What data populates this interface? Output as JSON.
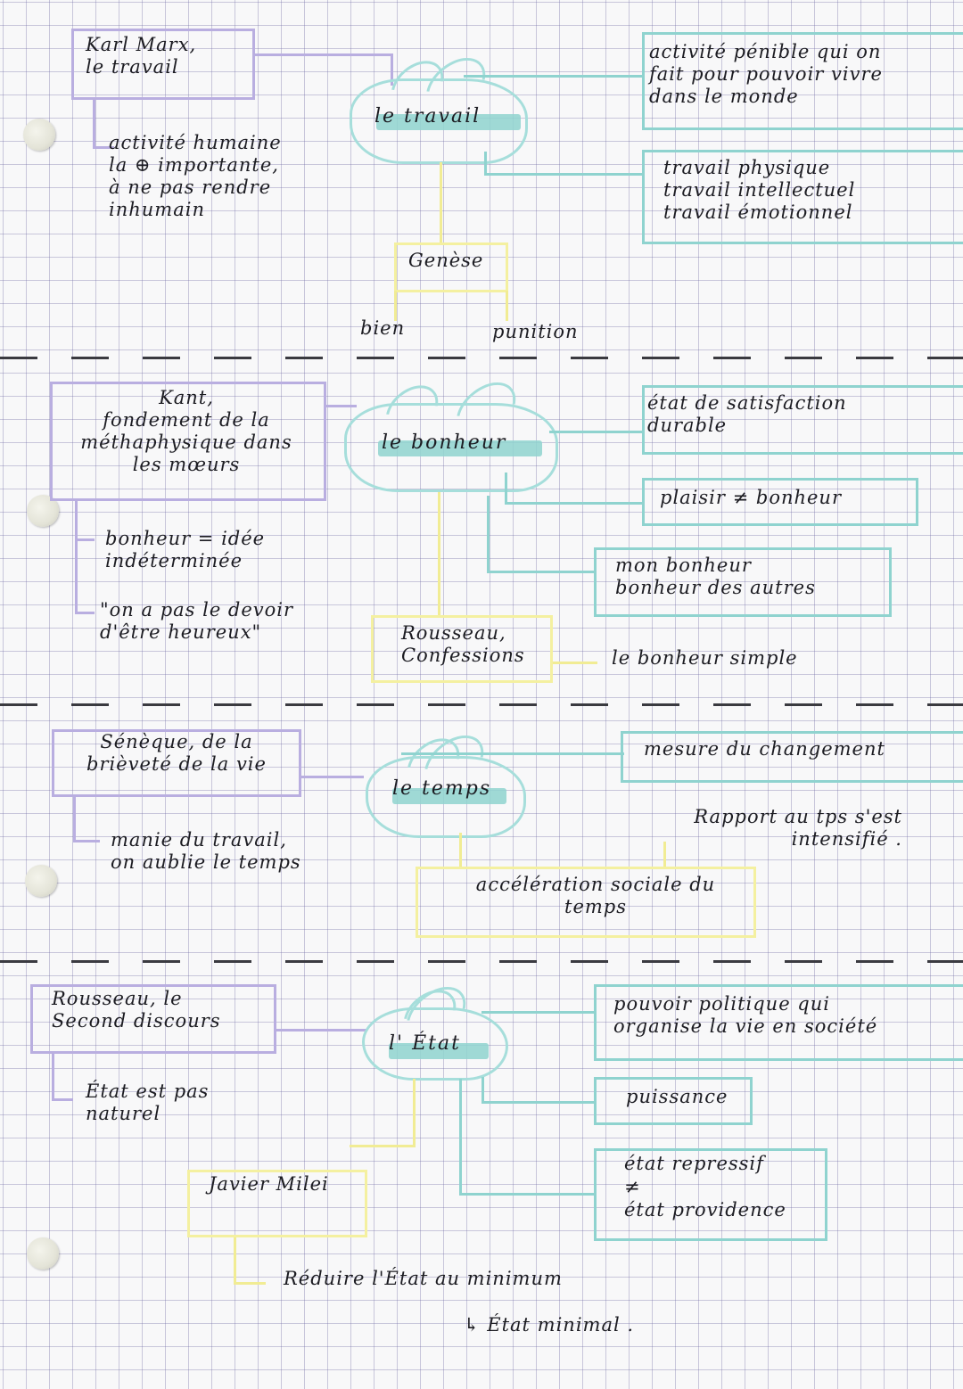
{
  "sections": [
    {
      "topic": "le travail",
      "author": {
        "text": "Karl Marx,\nle travail"
      },
      "author_note": "activité humaine\nla ⊕ importante,\nà ne pas rendre\ninhumain",
      "definitions": [
        "activité pénible qui on\nfait pour pouvoir vivre\ndans le monde",
        "travail physique\ntravail intellectuel\ntravail émotionnel"
      ],
      "linked": {
        "text": "Genèse",
        "branches": [
          "bien",
          "punition"
        ]
      }
    },
    {
      "topic": "le bonheur",
      "author": {
        "text": "Kant,\nfondement de la\nméthaphysique dans\nles mœurs"
      },
      "author_note_1": "bonheur = idée\nindéterminée",
      "author_note_2": "\"on a pas le devoir\nd'être heureux\"",
      "definitions": [
        "état de satisfaction\ndurable",
        "plaisir ≠ bonheur",
        "mon bonheur\nbonheur des autres"
      ],
      "linked": {
        "text": "Rousseau,\nConfessions",
        "note": "le bonheur simple"
      }
    },
    {
      "topic": "le temps",
      "author": {
        "text": "Sénèque, de la\nbrièveté de la vie"
      },
      "author_note": "manie du travail,\non aublie le temps",
      "definitions": [
        "mesure du changement"
      ],
      "note": "Rapport au tps s'est\nintensifié .",
      "linked": {
        "text": "accélération sociale du\ntemps"
      }
    },
    {
      "topic": "l' État",
      "author": {
        "text": "Rousseau, le\nSecond discours"
      },
      "author_note": "État est pas\nnaturel",
      "definitions": [
        "pouvoir politique qui\norganise la vie en société",
        "puissance",
        "état repressif\n≠\nétat providence"
      ],
      "linked": {
        "text": "Javier Milei",
        "note_1": "Réduire l'État au minimum",
        "note_2": "↳ État minimal ."
      }
    }
  ],
  "colors": {
    "paper": "#f8f8f9",
    "grid": "#a8a3cc",
    "author_box": "#b9aee0",
    "definition_box": "#8fd3cf",
    "linked_box": "#f4f0a0",
    "ink": "#1c1c22"
  }
}
